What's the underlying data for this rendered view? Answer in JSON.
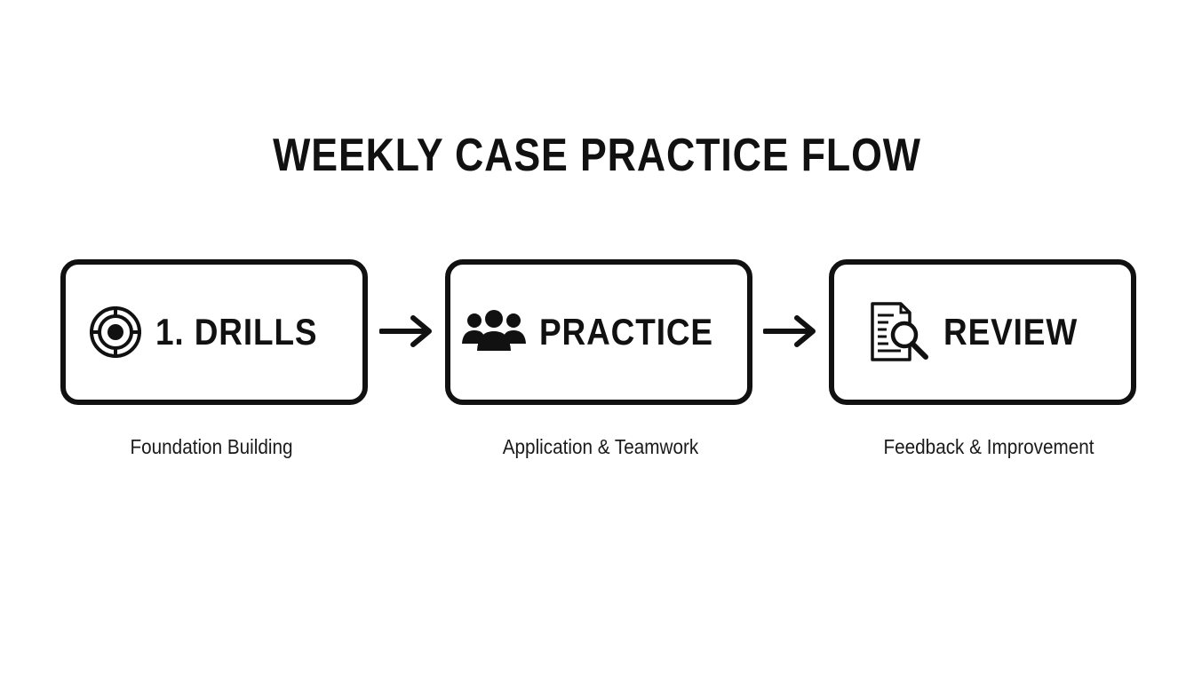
{
  "diagram": {
    "title": "WEEKLY CASE PRACTICE FLOW",
    "steps": [
      {
        "label": "1. DRILLS",
        "caption": "Foundation Building",
        "icon": "target-icon"
      },
      {
        "label": "PRACTICE",
        "caption": "Application & Teamwork",
        "icon": "team-icon"
      },
      {
        "label": "REVIEW",
        "caption": "Feedback & Improvement",
        "icon": "document-search-icon"
      }
    ],
    "colors": {
      "stroke": "#111111",
      "background": "#ffffff"
    }
  }
}
